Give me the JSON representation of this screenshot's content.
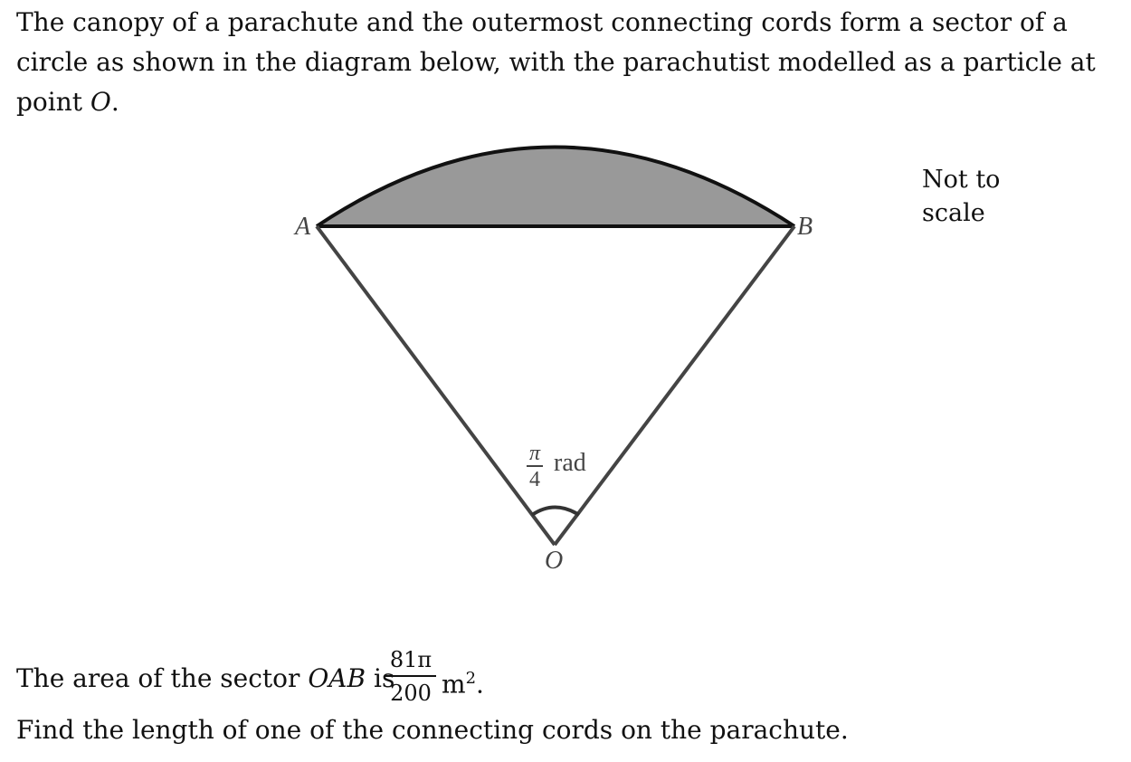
{
  "intro": {
    "part1": "The canopy of a parachute and the outermost connecting cords form a sector of a circle as shown in the diagram below, with the parachutist modelled as a particle at point ",
    "point": "O",
    "part2": "."
  },
  "diagram": {
    "labels": {
      "a": "A",
      "b": "B",
      "o": "O"
    },
    "angle": {
      "numerator": "π",
      "denominator": "4",
      "unit": "rad"
    },
    "note": {
      "line1": "Not to",
      "line2": "scale"
    },
    "colors": {
      "canopy_fill": "#999999",
      "cord": "#444444",
      "chord": "#111111"
    }
  },
  "area": {
    "prefix": "The area of the sector ",
    "sector": "OAB",
    "is": " is",
    "numerator": "81π",
    "denominator": "200",
    "unit": "m",
    "exponent": "2",
    "end": "."
  },
  "question": "Find the length of one of the connecting cords on the parachute."
}
